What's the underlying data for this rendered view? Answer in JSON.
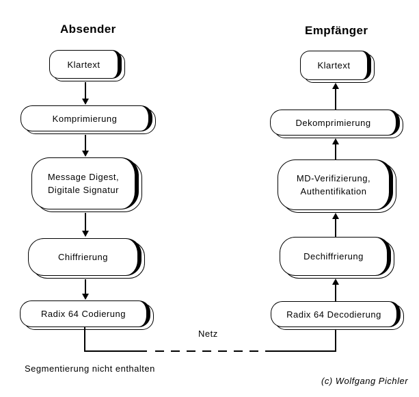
{
  "sender": {
    "title": "Absender",
    "nodes": [
      {
        "label": "Klartext"
      },
      {
        "label": "Komprimierung"
      },
      {
        "label": "Message Digest,",
        "label2": "Digitale Signatur"
      },
      {
        "label": "Chiffrierung"
      },
      {
        "label": "Radix 64 Codierung"
      }
    ]
  },
  "receiver": {
    "title": "Empfänger",
    "nodes": [
      {
        "label": "Klartext"
      },
      {
        "label": "Dekomprimierung"
      },
      {
        "label": "MD-Verifizierung,",
        "label2": "Authentifikation"
      },
      {
        "label": "Dechiffrierung"
      },
      {
        "label": "Radix 64 Decodierung"
      }
    ]
  },
  "network": {
    "label": "Netz"
  },
  "footnote": "Segmentierung nicht enthalten",
  "credit": "(c) Wolfgang Pichler",
  "colors": {
    "line": "#000000",
    "background": "#ffffff"
  }
}
